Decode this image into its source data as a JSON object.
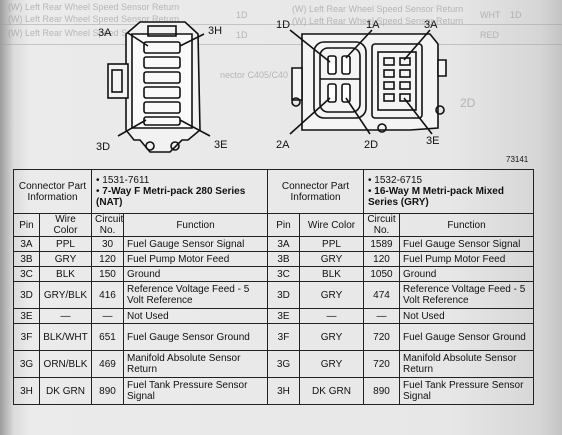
{
  "left_connector": {
    "labels": {
      "a1": "3A",
      "a2": "3H",
      "a3": "3D",
      "a4": "3E"
    }
  },
  "right_connector": {
    "labels": {
      "b1": "1D",
      "b2": "1A",
      "b3": "3A",
      "b4": "2A",
      "b5": "2D",
      "b6": "3E"
    }
  },
  "figure_id": "73141",
  "left_table": {
    "header_left": "Connector Part Information",
    "bullets": [
      "1531-7611",
      "7-Way F Metri-pack 280 Series (NAT)"
    ],
    "columns": [
      "Pin",
      "Wire Color",
      "Circuit No.",
      "Function"
    ],
    "rows": [
      [
        "3A",
        "PPL",
        "30",
        "Fuel Gauge Sensor Signal"
      ],
      [
        "3B",
        "GRY",
        "120",
        "Fuel Pump Motor Feed"
      ],
      [
        "3C",
        "BLK",
        "150",
        "Ground"
      ],
      [
        "3D",
        "GRY/BLK",
        "416",
        "Reference Voltage Feed - 5 Volt Reference"
      ],
      [
        "3E",
        "—",
        "—",
        "Not Used"
      ],
      [
        "3F",
        "BLK/WHT",
        "651",
        "Fuel Gauge Sensor Ground"
      ],
      [
        "3G",
        "ORN/BLK",
        "469",
        "Manifold Absolute Sensor Return"
      ],
      [
        "3H",
        "DK GRN",
        "890",
        "Fuel Tank Pressure Sensor Signal"
      ]
    ]
  },
  "right_table": {
    "header_left": "Connector Part Information",
    "bullets": [
      "1532-6715",
      "16-Way M Metri-pack Mixed Series (GRY)"
    ],
    "columns": [
      "Pin",
      "Wire Color",
      "Circuit No.",
      "Function"
    ],
    "rows": [
      [
        "3A",
        "PPL",
        "1589",
        "Fuel Gauge Sensor Signal"
      ],
      [
        "3B",
        "GRY",
        "120",
        "Fuel Pump Motor Feed"
      ],
      [
        "3C",
        "BLK",
        "1050",
        "Ground"
      ],
      [
        "3D",
        "GRY",
        "474",
        "Reference Voltage Feed - 5 Volt Reference"
      ],
      [
        "3E",
        "—",
        "—",
        "Not Used"
      ],
      [
        "3F",
        "GRY",
        "720",
        "Fuel Gauge Sensor Ground"
      ],
      [
        "3G",
        "GRY",
        "720",
        "Manifold Absolute Sensor Return"
      ],
      [
        "3H",
        "DK GRN",
        "890",
        "Fuel Tank Pressure Sensor Signal"
      ]
    ]
  },
  "bleed": {
    "top1": "(W) Left Rear Wheel Speed Sensor Return",
    "top2": "(W) Left Rear Wheel Speed Sensor Return",
    "top3": "(W) Left Rear Wheel Speed Sensor Return",
    "mid": "nector C405/C40",
    "right2d": "2D",
    "c1": "1D",
    "c2": "1D",
    "c3": "1D",
    "wht": "WHT",
    "red": "RED"
  }
}
